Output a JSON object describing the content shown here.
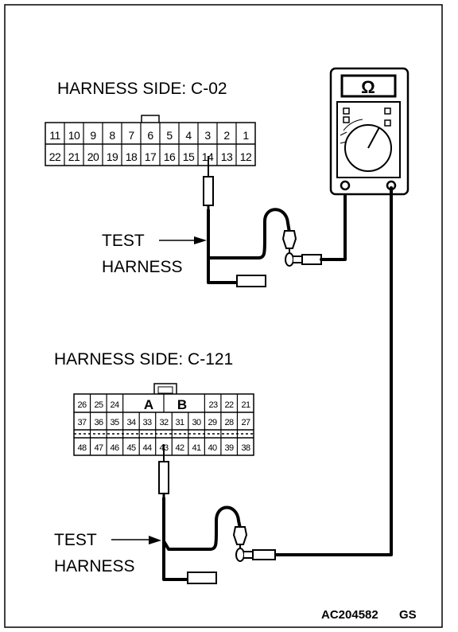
{
  "connector_top": {
    "label": "HARNESS SIDE: C-02",
    "row1": [
      "11",
      "10",
      "9",
      "8",
      "7",
      "6",
      "5",
      "4",
      "3",
      "2",
      "1"
    ],
    "row2": [
      "22",
      "21",
      "20",
      "19",
      "18",
      "17",
      "16",
      "15",
      "14",
      "13",
      "12"
    ],
    "probe_pin": "14"
  },
  "connector_bottom": {
    "label": "HARNESS SIDE: C-121",
    "row1_left": [
      "26",
      "25",
      "24"
    ],
    "row1_mid": [
      "A",
      "B"
    ],
    "row1_right": [
      "23",
      "22",
      "21"
    ],
    "row2": [
      "37",
      "36",
      "35",
      "34",
      "33",
      "32",
      "31",
      "30",
      "29",
      "28",
      "27"
    ],
    "row3": [
      "48",
      "47",
      "46",
      "45",
      "44",
      "43",
      "42",
      "41",
      "40",
      "39",
      "38"
    ],
    "probe_pin": "43"
  },
  "test_harness_top": {
    "line1": "TEST",
    "line2": "HARNESS"
  },
  "test_harness_bottom": {
    "line1": "TEST",
    "line2": "HARNESS"
  },
  "meter": {
    "symbol": "Ω"
  },
  "figure_code": "AC204582",
  "figure_suffix": "GS"
}
